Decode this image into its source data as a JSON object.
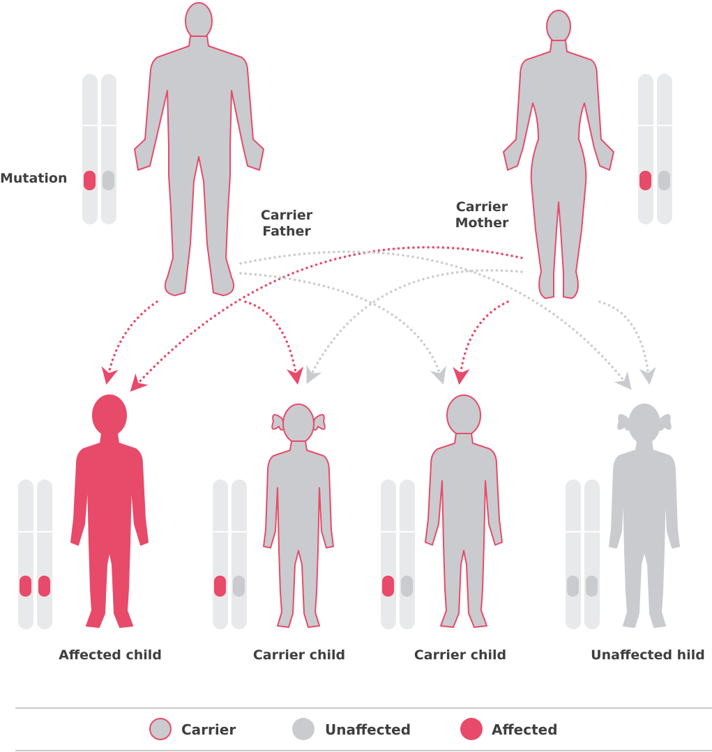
{
  "colors": {
    "affected": "#e84a6a",
    "unaffected": "#c9cbce",
    "chromosome": "#e8e9eb",
    "text": "#3f3f3f",
    "rule": "#c8c8c8"
  },
  "labels": {
    "mutation": "Mutation",
    "carrier_father": [
      "Carrier",
      "Father"
    ],
    "carrier_mother": [
      "Carrier",
      "Mother"
    ]
  },
  "children": [
    {
      "label": "Affected child",
      "status": "affected",
      "alleles": [
        "mutation",
        "mutation"
      ]
    },
    {
      "label": "Carrier child",
      "status": "carrier",
      "alleles": [
        "mutation",
        "normal"
      ]
    },
    {
      "label": "Carrier child",
      "status": "carrier",
      "alleles": [
        "mutation",
        "normal"
      ]
    },
    {
      "label": "Unaffected hild",
      "status": "unaffected",
      "alleles": [
        "normal",
        "normal"
      ]
    }
  ],
  "legend": [
    {
      "label": "Carrier",
      "icon": "carrier-circle-icon"
    },
    {
      "label": "Unaffected",
      "icon": "unaffected-circle-icon"
    },
    {
      "label": "Affected",
      "icon": "affected-circle-icon"
    }
  ]
}
